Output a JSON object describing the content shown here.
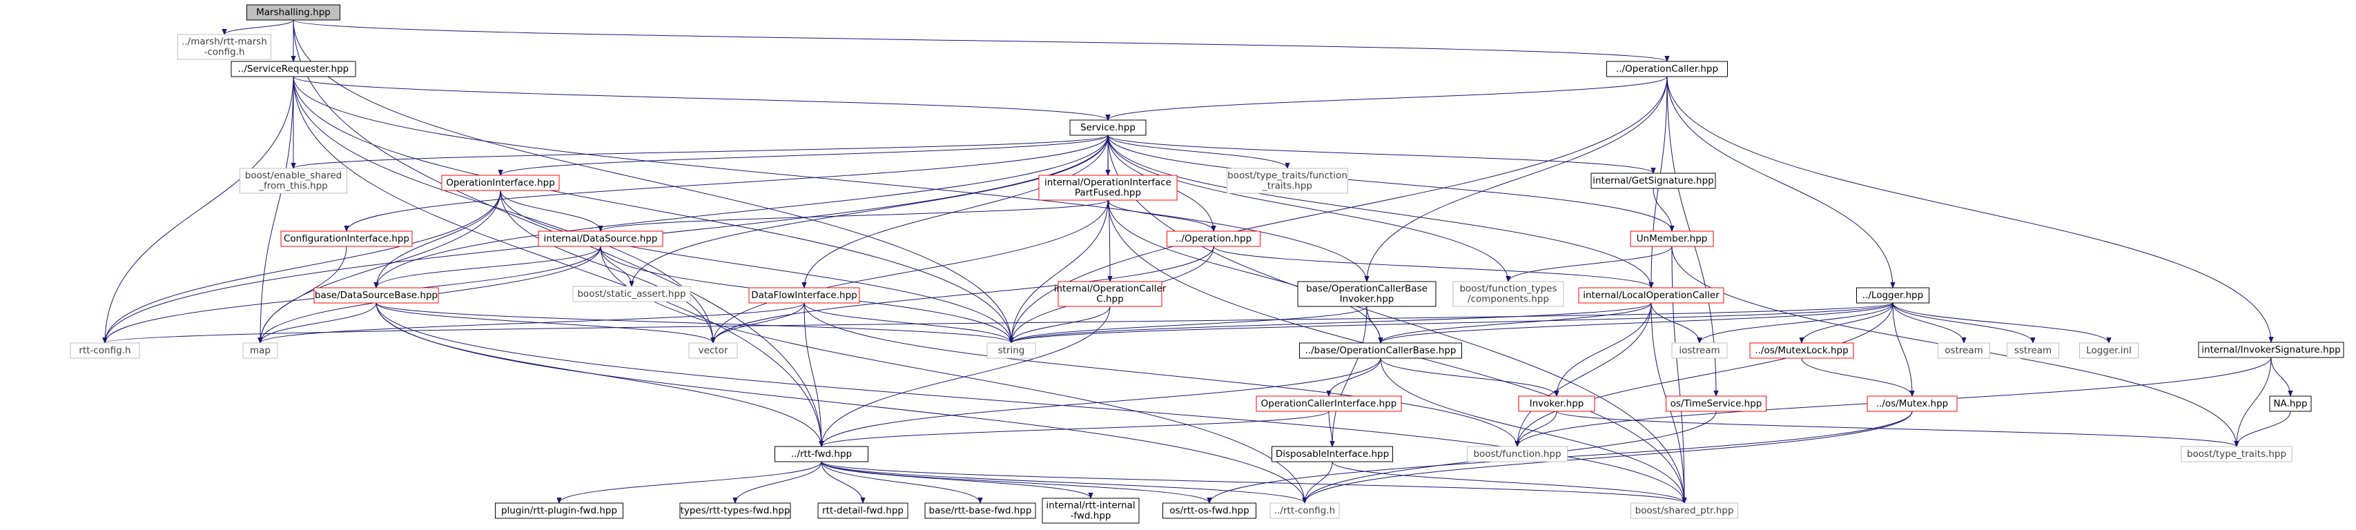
{
  "colors": {
    "edge": "#191970",
    "box_black": "#000000",
    "box_red": "#ff0000",
    "box_gray": "#bfbfbf",
    "root_fill": "#bfbfbf",
    "text_black": "#000000",
    "text_gray": "#404040"
  },
  "nodes": [
    {
      "id": "marshalling",
      "lines": [
        "Marshalling.hpp"
      ],
      "style": "root"
    },
    {
      "id": "rttmarsh",
      "lines": [
        "../marsh/rtt-marsh",
        "-config.h"
      ],
      "style": "gray"
    },
    {
      "id": "svcreq",
      "lines": [
        "../ServiceRequester.hpp"
      ],
      "style": "black"
    },
    {
      "id": "opcaller",
      "lines": [
        "../OperationCaller.hpp"
      ],
      "style": "black"
    },
    {
      "id": "service",
      "lines": [
        "Service.hpp"
      ],
      "style": "black"
    },
    {
      "id": "enableshared",
      "lines": [
        "boost/enable_shared",
        "_from_this.hpp"
      ],
      "style": "gray"
    },
    {
      "id": "opiface",
      "lines": [
        "OperationInterface.hpp"
      ],
      "style": "red"
    },
    {
      "id": "opifacepart",
      "lines": [
        "internal/OperationInterface",
        "PartFused.hpp"
      ],
      "style": "red"
    },
    {
      "id": "typetraitsfn",
      "lines": [
        "boost/type_traits/function",
        "_traits.hpp"
      ],
      "style": "gray"
    },
    {
      "id": "getsig",
      "lines": [
        "internal/GetSignature.hpp"
      ],
      "style": "black"
    },
    {
      "id": "confiface",
      "lines": [
        "ConfigurationInterface.hpp"
      ],
      "style": "red"
    },
    {
      "id": "datasource",
      "lines": [
        "internal/DataSource.hpp"
      ],
      "style": "red"
    },
    {
      "id": "operation",
      "lines": [
        "../Operation.hpp"
      ],
      "style": "red"
    },
    {
      "id": "unmember",
      "lines": [
        "UnMember.hpp"
      ],
      "style": "red"
    },
    {
      "id": "staticassert",
      "lines": [
        "boost/static_assert.hpp"
      ],
      "style": "gray"
    },
    {
      "id": "fntypes",
      "lines": [
        "boost/function_types",
        "/components.hpp"
      ],
      "style": "gray"
    },
    {
      "id": "dsbase",
      "lines": [
        "base/DataSourceBase.hpp"
      ],
      "style": "red"
    },
    {
      "id": "dfiface",
      "lines": [
        "DataFlowInterface.hpp"
      ],
      "style": "red"
    },
    {
      "id": "opcallerc",
      "lines": [
        "internal/OperationCaller",
        "C.hpp"
      ],
      "style": "red"
    },
    {
      "id": "ocbinvoker",
      "lines": [
        "base/OperationCallerBase",
        "Invoker.hpp"
      ],
      "style": "black"
    },
    {
      "id": "localoc",
      "lines": [
        "internal/LocalOperationCaller"
      ],
      "style": "red"
    },
    {
      "id": "logger",
      "lines": [
        "../Logger.hpp"
      ],
      "style": "black"
    },
    {
      "id": "invsig",
      "lines": [
        "internal/InvokerSignature.hpp"
      ],
      "style": "black"
    },
    {
      "id": "rttconfigh",
      "lines": [
        "rtt-config.h"
      ],
      "style": "gray"
    },
    {
      "id": "map",
      "lines": [
        "map"
      ],
      "style": "gray"
    },
    {
      "id": "vector",
      "lines": [
        "vector"
      ],
      "style": "gray"
    },
    {
      "id": "string",
      "lines": [
        "string"
      ],
      "style": "gray"
    },
    {
      "id": "ocbase",
      "lines": [
        "../base/OperationCallerBase.hpp"
      ],
      "style": "black"
    },
    {
      "id": "iostream",
      "lines": [
        "iostream"
      ],
      "style": "gray"
    },
    {
      "id": "mutexlock",
      "lines": [
        "../os/MutexLock.hpp"
      ],
      "style": "red"
    },
    {
      "id": "ostream",
      "lines": [
        "ostream"
      ],
      "style": "gray"
    },
    {
      "id": "sstream",
      "lines": [
        "sstream"
      ],
      "style": "gray"
    },
    {
      "id": "loggerinl",
      "lines": [
        "Logger.inl"
      ],
      "style": "gray"
    },
    {
      "id": "ocaller_iface",
      "lines": [
        "OperationCallerInterface.hpp"
      ],
      "style": "red"
    },
    {
      "id": "invoker",
      "lines": [
        "Invoker.hpp"
      ],
      "style": "red"
    },
    {
      "id": "timeservice",
      "lines": [
        "os/TimeService.hpp"
      ],
      "style": "red"
    },
    {
      "id": "mutex",
      "lines": [
        "../os/Mutex.hpp"
      ],
      "style": "red"
    },
    {
      "id": "na",
      "lines": [
        "NA.hpp"
      ],
      "style": "black"
    },
    {
      "id": "rttfwd",
      "lines": [
        "../rtt-fwd.hpp"
      ],
      "style": "black"
    },
    {
      "id": "disposable",
      "lines": [
        "DisposableInterface.hpp"
      ],
      "style": "black"
    },
    {
      "id": "boostfunction",
      "lines": [
        "boost/function.hpp"
      ],
      "style": "gray"
    },
    {
      "id": "typetraits",
      "lines": [
        "boost/type_traits.hpp"
      ],
      "style": "gray"
    },
    {
      "id": "pluginfwd",
      "lines": [
        "plugin/rtt-plugin-fwd.hpp"
      ],
      "style": "black"
    },
    {
      "id": "typesfwd",
      "lines": [
        "types/rtt-types-fwd.hpp"
      ],
      "style": "black"
    },
    {
      "id": "detailfwd",
      "lines": [
        "rtt-detail-fwd.hpp"
      ],
      "style": "black"
    },
    {
      "id": "basefwd",
      "lines": [
        "base/rtt-base-fwd.hpp"
      ],
      "style": "black"
    },
    {
      "id": "internalfwd",
      "lines": [
        "internal/rtt-internal",
        "-fwd.hpp"
      ],
      "style": "black"
    },
    {
      "id": "osfwd",
      "lines": [
        "os/rtt-os-fwd.hpp"
      ],
      "style": "black"
    },
    {
      "id": "rttconfig",
      "lines": [
        "../rtt-config.h"
      ],
      "style": "gray"
    },
    {
      "id": "sharedptr",
      "lines": [
        "boost/shared_ptr.hpp"
      ],
      "style": "gray"
    }
  ],
  "edges": [
    [
      "marshalling",
      "rttmarsh"
    ],
    [
      "marshalling",
      "svcreq"
    ],
    [
      "marshalling",
      "opcaller"
    ],
    [
      "marshalling",
      "string"
    ],
    [
      "marshalling",
      "rttfwd"
    ],
    [
      "svcreq",
      "service"
    ],
    [
      "svcreq",
      "enableshared"
    ],
    [
      "svcreq",
      "rttconfigh"
    ],
    [
      "svcreq",
      "map"
    ],
    [
      "svcreq",
      "vector"
    ],
    [
      "svcreq",
      "string"
    ],
    [
      "svcreq",
      "rttfwd"
    ],
    [
      "svcreq",
      "ocbinvoker"
    ],
    [
      "opcaller",
      "service"
    ],
    [
      "opcaller",
      "string"
    ],
    [
      "opcaller",
      "logger"
    ],
    [
      "opcaller",
      "invsig"
    ],
    [
      "opcaller",
      "ocbinvoker"
    ],
    [
      "opcaller",
      "localoc"
    ],
    [
      "opcaller",
      "timeservice"
    ],
    [
      "service",
      "enableshared"
    ],
    [
      "service",
      "opiface"
    ],
    [
      "service",
      "opifacepart"
    ],
    [
      "service",
      "typetraitsfn"
    ],
    [
      "service",
      "getsig"
    ],
    [
      "service",
      "confiface"
    ],
    [
      "service",
      "operation"
    ],
    [
      "service",
      "unmember"
    ],
    [
      "service",
      "staticassert"
    ],
    [
      "service",
      "fntypes"
    ],
    [
      "service",
      "dsbase"
    ],
    [
      "service",
      "dfiface"
    ],
    [
      "service",
      "opcallerc"
    ],
    [
      "service",
      "localoc"
    ],
    [
      "service",
      "rttconfigh"
    ],
    [
      "service",
      "sharedptr"
    ],
    [
      "opiface",
      "datasource"
    ],
    [
      "opiface",
      "dsbase"
    ],
    [
      "opiface",
      "rttconfigh"
    ],
    [
      "opiface",
      "map"
    ],
    [
      "opiface",
      "vector"
    ],
    [
      "opiface",
      "string"
    ],
    [
      "opifacepart",
      "datasource"
    ],
    [
      "opifacepart",
      "operation"
    ],
    [
      "opifacepart",
      "vector"
    ],
    [
      "opifacepart",
      "string"
    ],
    [
      "opifacepart",
      "ocbase"
    ],
    [
      "opifacepart",
      "sharedptr"
    ],
    [
      "getsig",
      "unmember"
    ],
    [
      "confiface",
      "map"
    ],
    [
      "datasource",
      "staticassert"
    ],
    [
      "datasource",
      "dsbase"
    ],
    [
      "datasource",
      "string"
    ],
    [
      "datasource",
      "rttconfigh"
    ],
    [
      "datasource",
      "map"
    ],
    [
      "datasource",
      "rttconfig"
    ],
    [
      "operation",
      "localoc"
    ],
    [
      "operation",
      "string"
    ],
    [
      "operation",
      "vector"
    ],
    [
      "unmember",
      "fntypes"
    ],
    [
      "unmember",
      "typetraits"
    ],
    [
      "unmember",
      "sharedptr"
    ],
    [
      "dsbase",
      "map"
    ],
    [
      "dsbase",
      "vector"
    ],
    [
      "dsbase",
      "string"
    ],
    [
      "dsbase",
      "rttfwd"
    ],
    [
      "dsbase",
      "rttconfig"
    ],
    [
      "dsbase",
      "sharedptr"
    ],
    [
      "dfiface",
      "map"
    ],
    [
      "dfiface",
      "vector"
    ],
    [
      "dfiface",
      "string"
    ],
    [
      "dfiface",
      "rttfwd"
    ],
    [
      "dfiface",
      "boostfunction"
    ],
    [
      "opcallerc",
      "string"
    ],
    [
      "opcallerc",
      "rttfwd"
    ],
    [
      "ocbinvoker",
      "string"
    ],
    [
      "ocbinvoker",
      "ocbase"
    ],
    [
      "ocbinvoker",
      "disposable"
    ],
    [
      "localoc",
      "string"
    ],
    [
      "localoc",
      "ocbase"
    ],
    [
      "localoc",
      "iostream"
    ],
    [
      "localoc",
      "invoker"
    ],
    [
      "localoc",
      "boostfunction"
    ],
    [
      "localoc",
      "sharedptr"
    ],
    [
      "logger",
      "rttconfigh"
    ],
    [
      "logger",
      "string"
    ],
    [
      "logger",
      "iostream"
    ],
    [
      "logger",
      "ostream"
    ],
    [
      "logger",
      "sstream"
    ],
    [
      "logger",
      "loggerinl"
    ],
    [
      "logger",
      "mutexlock"
    ],
    [
      "logger",
      "mutex"
    ],
    [
      "logger",
      "ocbase"
    ],
    [
      "logger",
      "boostfunction"
    ],
    [
      "invsig",
      "na"
    ],
    [
      "invsig",
      "typetraits"
    ],
    [
      "invsig",
      "boostfunction"
    ],
    [
      "ocbase",
      "ocaller_iface"
    ],
    [
      "ocbase",
      "invoker"
    ],
    [
      "ocbase",
      "rttfwd"
    ],
    [
      "ocbase",
      "sharedptr"
    ],
    [
      "mutexlock",
      "mutex"
    ],
    [
      "ocaller_iface",
      "rttfwd"
    ],
    [
      "ocaller_iface",
      "disposable"
    ],
    [
      "invoker",
      "boostfunction"
    ],
    [
      "invoker",
      "typetraits"
    ],
    [
      "timeservice",
      "rttconfig"
    ],
    [
      "mutex",
      "rttconfig"
    ],
    [
      "mutex",
      "osfwd"
    ],
    [
      "na",
      "typetraits"
    ],
    [
      "disposable",
      "rttconfig"
    ],
    [
      "disposable",
      "sharedptr"
    ],
    [
      "rttfwd",
      "pluginfwd"
    ],
    [
      "rttfwd",
      "typesfwd"
    ],
    [
      "rttfwd",
      "detailfwd"
    ],
    [
      "rttfwd",
      "basefwd"
    ],
    [
      "rttfwd",
      "internalfwd"
    ],
    [
      "rttfwd",
      "osfwd"
    ],
    [
      "rttfwd",
      "rttconfig"
    ],
    [
      "rttfwd",
      "sharedptr"
    ]
  ]
}
